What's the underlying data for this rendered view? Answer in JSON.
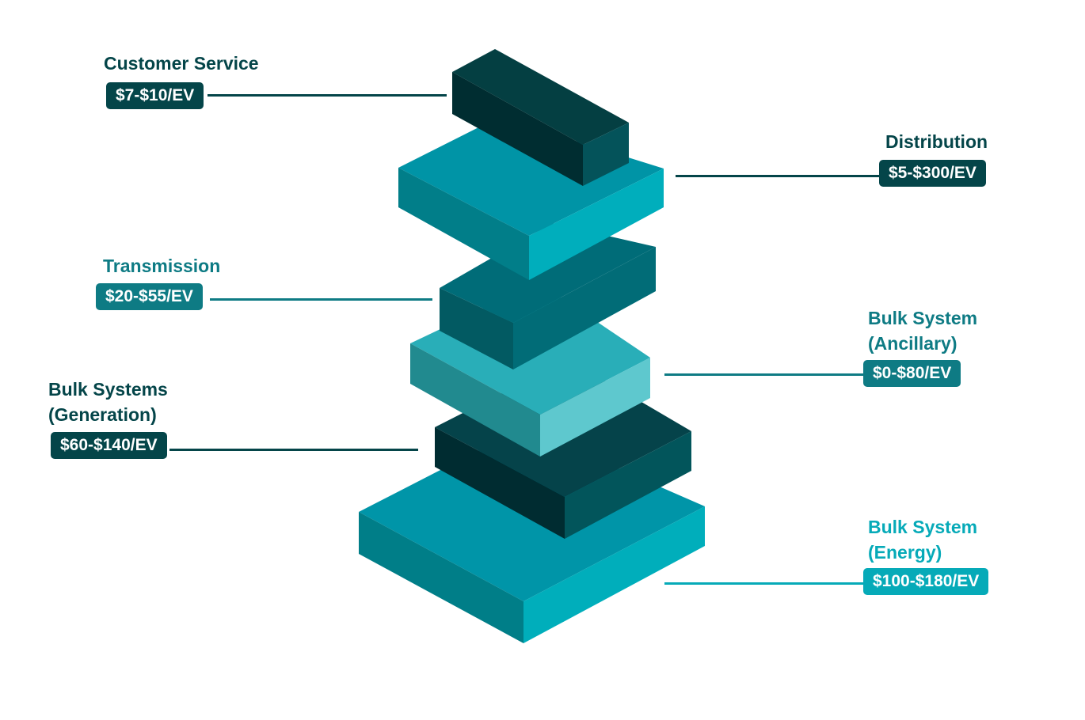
{
  "layers": [
    {
      "id": "customer-service",
      "title": "Customer Service",
      "cost": "$7-$10/EV",
      "color": "#044549",
      "title_color": "#044549"
    },
    {
      "id": "distribution",
      "title": "Distribution",
      "cost": "$5-$300/EV",
      "color": "#044549",
      "title_color": "#044549"
    },
    {
      "id": "transmission",
      "title": "Transmission",
      "cost": "$20-$55/EV",
      "color": "#0e7b84",
      "title_color": "#0e7b84"
    },
    {
      "id": "bulk-ancillary",
      "title_line1": "Bulk System",
      "title_line2": "(Ancillary)",
      "cost": "$0-$80/EV",
      "color": "#0e7b84",
      "title_color": "#0e7b84"
    },
    {
      "id": "bulk-generation",
      "title_line1": "Bulk Systems",
      "title_line2": "(Generation)",
      "cost": "$60-$140/EV",
      "color": "#044549",
      "title_color": "#044549"
    },
    {
      "id": "bulk-energy",
      "title_line1": "Bulk System",
      "title_line2": "(Energy)",
      "cost": "$100-$180/EV",
      "color": "#06aab8",
      "title_color": "#06aab8"
    }
  ]
}
